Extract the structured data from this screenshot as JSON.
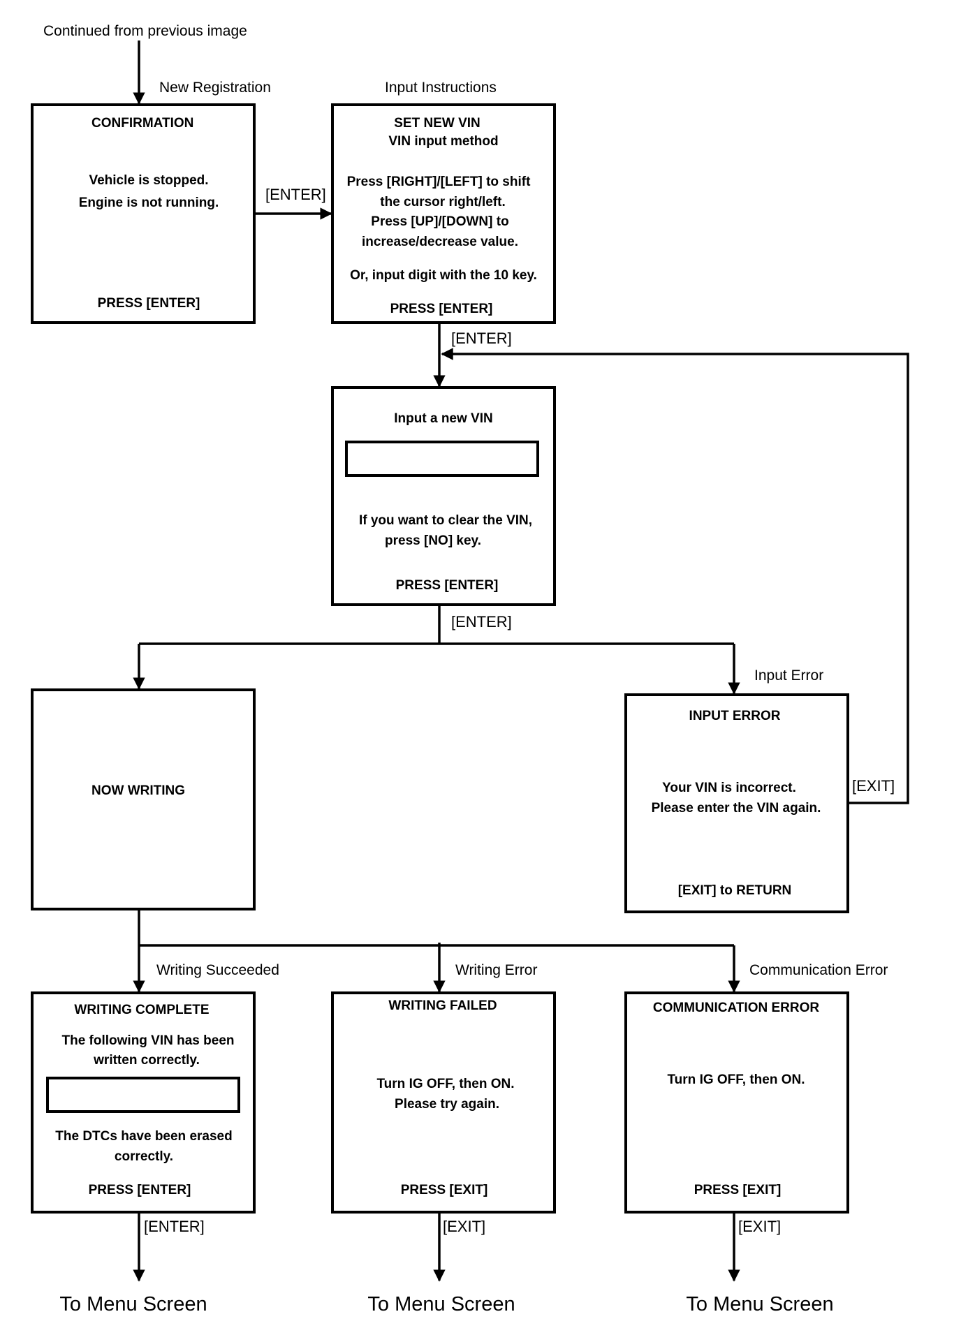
{
  "intro": "Continued from previous image",
  "flow_labels": {
    "new_registration": "New Registration",
    "input_instructions": "Input Instructions",
    "input_error": "Input Error",
    "writing_succeeded": "Writing Succeeded",
    "writing_error": "Writing Error",
    "communication_error": "Communication Error"
  },
  "key_labels": {
    "enter": "[ENTER]",
    "exit": "[EXIT]"
  },
  "screens": {
    "confirmation": {
      "title": "CONFIRMATION",
      "line1": "Vehicle is stopped.",
      "line2": "Engine is not running.",
      "prompt": "PRESS [ENTER]"
    },
    "set_new_vin": {
      "title": "SET NEW VIN",
      "subtitle": "VIN input method",
      "line1": "Press [RIGHT]/[LEFT] to shift",
      "line2": "the cursor right/left.",
      "line3": "Press [UP]/[DOWN] to",
      "line4": "increase/decrease value.",
      "line5": "Or, input digit with the 10 key.",
      "prompt": "PRESS [ENTER]"
    },
    "input_vin": {
      "title": "Input a new VIN",
      "line1": "If you want to clear the VIN,",
      "line2": "press [NO] key.",
      "prompt": "PRESS [ENTER]"
    },
    "now_writing": {
      "title": "NOW WRITING"
    },
    "input_error": {
      "title": "INPUT ERROR",
      "line1": "Your VIN is incorrect.",
      "line2": "Please enter the VIN again.",
      "prompt": "[EXIT] to RETURN"
    },
    "writing_complete": {
      "title": "WRITING COMPLETE",
      "line1": "The following VIN has been",
      "line2": "written correctly.",
      "line3": "The DTCs have been erased",
      "line4": "correctly.",
      "prompt": "PRESS [ENTER]"
    },
    "writing_failed": {
      "title": "WRITING FAILED",
      "line1": "Turn IG OFF, then ON.",
      "line2": "Please try again.",
      "prompt": "PRESS [EXIT]"
    },
    "communication_error": {
      "title": "COMMUNICATION ERROR",
      "line1": "Turn IG OFF, then ON.",
      "prompt": "PRESS [EXIT]"
    }
  },
  "destinations": {
    "menu1": "To Menu Screen",
    "menu2": "To Menu Screen",
    "menu3": "To Menu Screen"
  }
}
